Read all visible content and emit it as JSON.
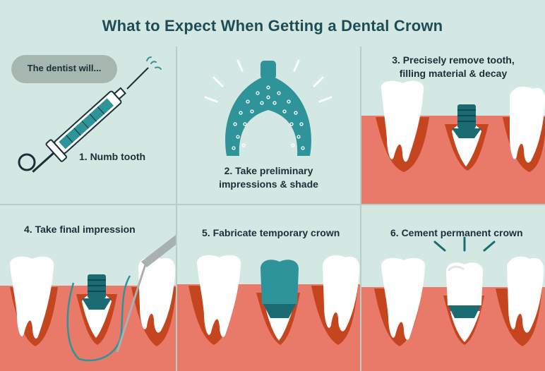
{
  "title": "What to Expect When Getting a Dental Crown",
  "intro_bubble": "The dentist will...",
  "steps": [
    {
      "label": "1. Numb tooth"
    },
    {
      "line1": "2. Take preliminary",
      "line2": "impressions & shade"
    },
    {
      "line1": "3. Precisely remove tooth,",
      "line2": "filling material & decay"
    },
    {
      "label": "4. Take final impression"
    },
    {
      "label": "5. Fabricate temporary crown"
    },
    {
      "label": "6. Cement permanent crown"
    }
  ],
  "colors": {
    "background": "#d4e8e3",
    "title": "#1e4c56",
    "teal": "#2e949a",
    "dark_teal": "#1b6b72",
    "gum": "#e97a6a",
    "gum_dark": "#c5451f",
    "tooth": "#ffffff",
    "caption": "#1a2f38"
  }
}
